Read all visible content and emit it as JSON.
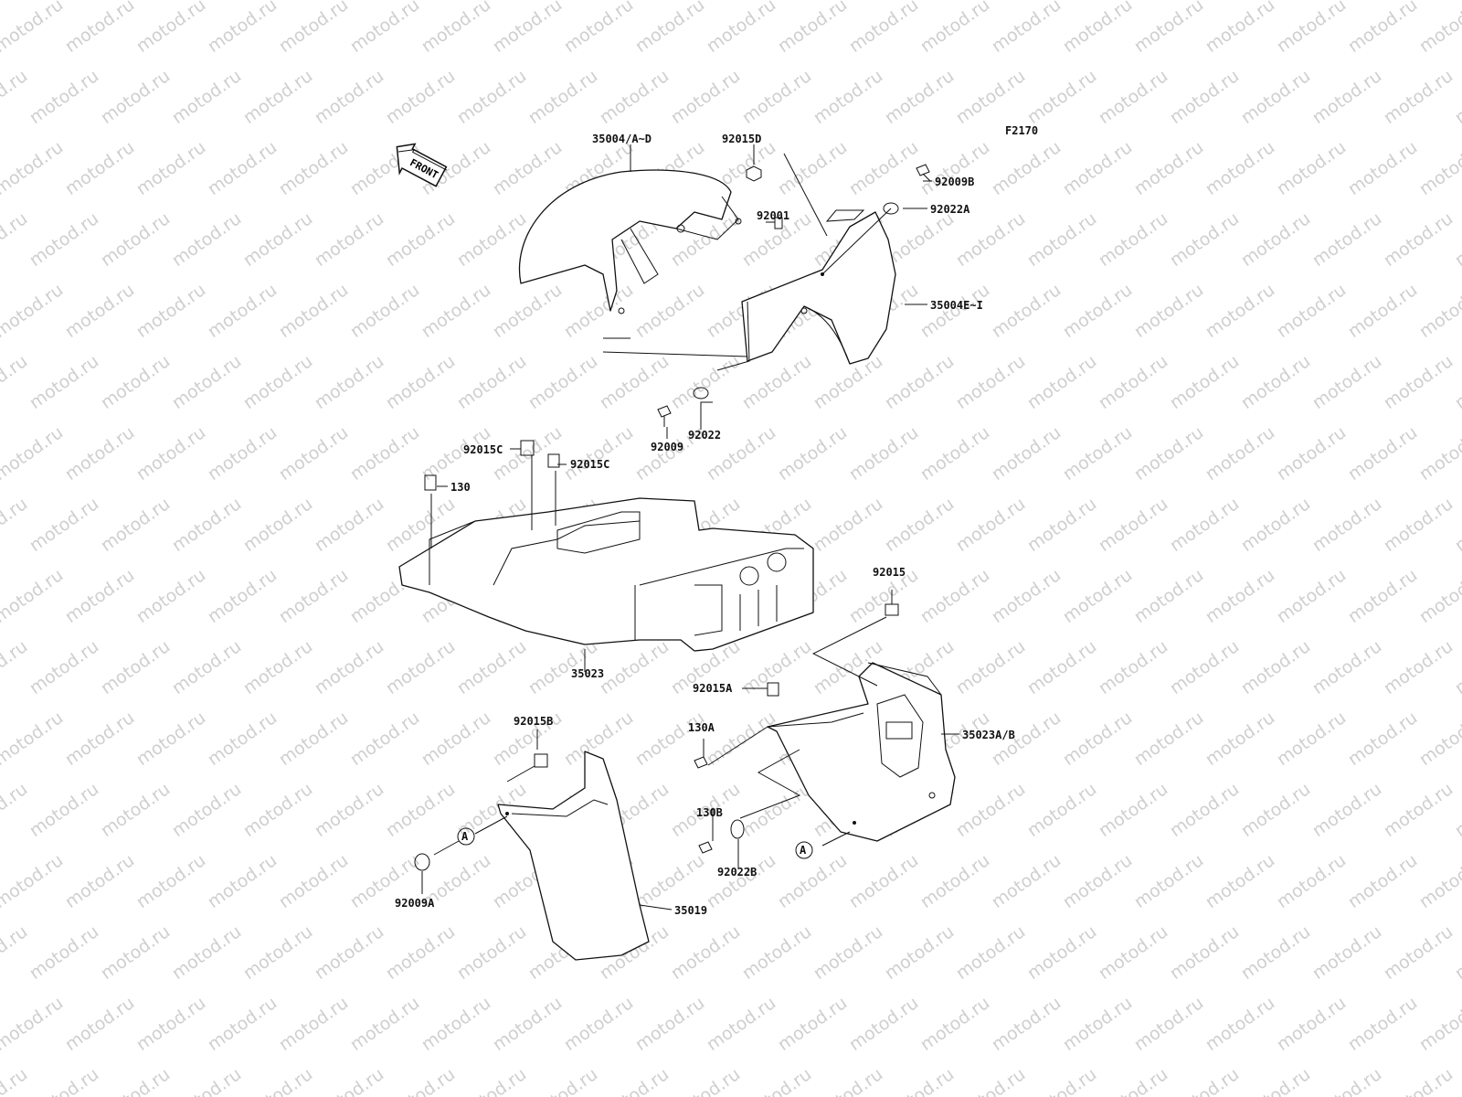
{
  "watermark": "motod.ru",
  "figure_code": "F2170",
  "front_arrow_label": "FRONT",
  "callout_letter": "A",
  "labels": {
    "p35004AD": "35004/A~D",
    "p92015D": "92015D",
    "p92009B": "92009B",
    "p92022A": "92022A",
    "p92001": "92001",
    "p35004EI": "35004E~I",
    "p92009": "92009",
    "p92022": "92022",
    "p92015C_left": "92015C",
    "p92015C_right": "92015C",
    "p130": "130",
    "p35023": "35023",
    "p92015": "92015",
    "p92015A": "92015A",
    "p35023AB": "35023A/B",
    "p130A": "130A",
    "p130B": "130B",
    "p92022B": "92022B",
    "p92015B": "92015B",
    "p92009A": "92009A",
    "p35019": "35019"
  }
}
